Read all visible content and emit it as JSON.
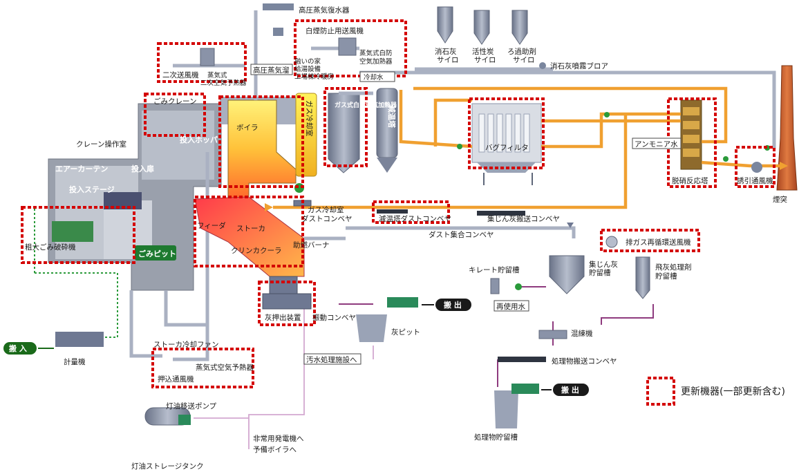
{
  "labels": {
    "hp_condenser": "高圧蒸気復水器",
    "white_smoke_fan": "白煙防止用送風機",
    "steam_white_heater_1": "蒸気式白防",
    "steam_white_heater_2": "空気加熱器",
    "road_heating": "融いの家",
    "hot_water": "給湯設備",
    "factory_cooling": "工場棟冷暖房",
    "cooling_water": "冷却水",
    "hp_steam_header": "高圧蒸気溜",
    "secondary_fan": "二次送風機",
    "secondary_preheater_1": "蒸気式",
    "secondary_preheater_2": "二次空気予熱器",
    "refuse_crane": "ごみクレーン",
    "crane_room": "クレーン操作室",
    "air_curtain": "エアーカーテン",
    "charging_door": "投入扉",
    "charging_stage": "投入ステージ",
    "charging_hopper": "投入ホッパ",
    "bulky_crusher": "粗大ごみ破砕機",
    "refuse_pit": "ごみピット",
    "boiler": "ボイラ",
    "gas_cooling_chamber": "ガス冷却室",
    "gas_white_heater": "ガス式白防空気加熱器",
    "cooling_tower": "減温塔",
    "bag_filter": "バグフィルタ",
    "ammonia_water": "アンモニア水",
    "denox_tower": "脱硝反応塔",
    "induced_fan": "誘引通風機",
    "stack": "煙突",
    "slaked_lime_silo_1": "消石灰",
    "slaked_lime_silo_2": "サイロ",
    "activated_carbon_silo_1": "活性炭",
    "activated_carbon_silo_2": "サイロ",
    "filter_aid_silo_1": "ろ過助剤",
    "filter_aid_silo_2": "サイロ",
    "lime_blower": "消石灰噴霧ブロア",
    "feeder": "フィーダ",
    "stoker": "ストーカ",
    "clinker_cooler": "クリンカクーラ",
    "aux_burner": "助燃バーナ",
    "gas_cooling_dust_conveyor_1": "ガス冷却室",
    "gas_cooling_dust_conveyor_2": "ダストコンベヤ",
    "cooling_tower_dust_conveyor": "減温塔ダストコンベヤ",
    "fly_ash_conveyor": "集じん灰搬送コンベヤ",
    "dust_collecting_conveyor": "ダスト集合コンベヤ",
    "gas_recirc_fan": "排ガス再循環送風機",
    "chelate_tank": "キレート貯留槽",
    "fly_ash_hopper_1": "集じん灰",
    "fly_ash_hopper_2": "貯留槽",
    "fly_ash_agent_1": "飛灰処理剤",
    "fly_ash_agent_2": "貯留槽",
    "reuse_water": "再使用水",
    "mixer": "混練機",
    "treated_conveyor": "処理物搬送コンベヤ",
    "treated_pit": "処理物貯留槽",
    "ash_pusher": "灰押出装置",
    "vibrating_conveyor": "振動コンベヤ",
    "ash_pit": "灰ピット",
    "wastewater": "汚水処理施設へ",
    "carry_out_1": "搬 出",
    "carry_out_2": "搬 出",
    "carry_in": "搬 入",
    "scale": "計量機",
    "stoker_cooling_fan": "ストーカ冷却ファン",
    "steam_air_preheater": "蒸気式空気予熱器",
    "forced_draft_fan": "押込通風機",
    "kerosene_pump": "灯油移送ポンプ",
    "kerosene_tank": "灯油ストレージタンク",
    "emergency_generator": "非常用発電機へ",
    "spare_boiler": "予備ボイラへ"
  },
  "legend": {
    "text": "更新機器(一部更新含む)"
  },
  "colors": {
    "update_marker": "#d40000",
    "flue_gas": "#f0a030",
    "steel": "#8a93a8",
    "pit_green": "#1e7a30",
    "chimney": "#c45a2a"
  }
}
